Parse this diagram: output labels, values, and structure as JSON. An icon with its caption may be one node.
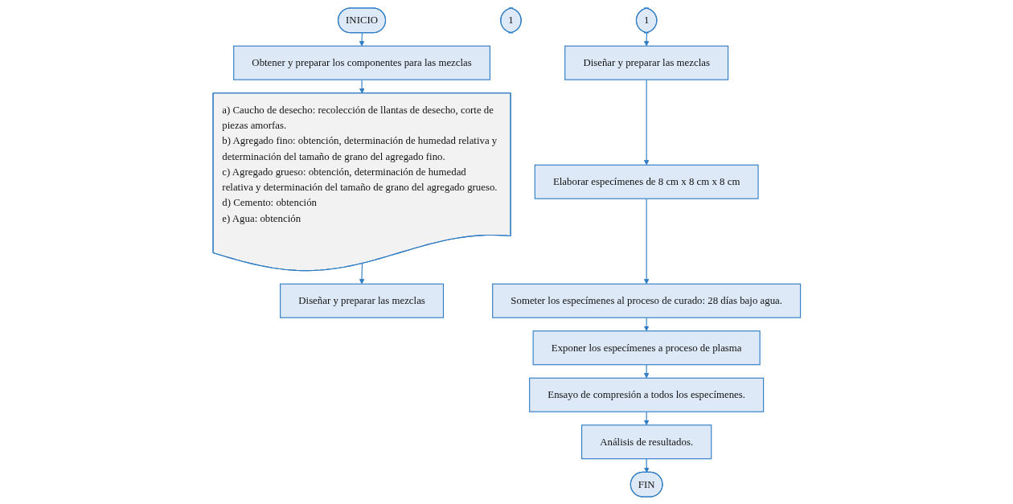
{
  "diagram": {
    "nodes": [
      {
        "text": [
          "INICIO"
        ]
      },
      {
        "text": [
          "Obtener y preparar los componentes para las mezclas"
        ]
      },
      {
        "text": [
          "a) Caucho de desecho: recolección de llantas de desecho, corte de piezas amorfas.",
          "b) Agregado fino: obtención, determinación de humedad relativa y determinación del tamaño de grano del agregado fino.",
          "c) Agregado grueso: obtención, determinación de humedad relativa y determinación del tamaño de grano del agregado grueso.",
          "d) Cemento: obtención",
          "e) Agua: obtención"
        ]
      },
      {
        "text": [
          "Diseñar y preparar las mezclas"
        ]
      },
      {
        "text": [
          "1"
        ]
      },
      {
        "text": [
          "1"
        ]
      },
      {
        "text": [
          "Diseñar y preparar las mezclas"
        ]
      },
      {
        "text": [
          "Elaborar especímenes de 8 cm x 8 cm x 8 cm"
        ]
      },
      {
        "text": [
          "Someter los especímenes al proceso de curado: 28 días bajo agua."
        ]
      },
      {
        "text": [
          "Exponer los especímenes a proceso de plasma"
        ]
      },
      {
        "text": [
          "Ensayo de compresión a todos los especímenes."
        ]
      },
      {
        "text": [
          "Análisis de resultados."
        ]
      },
      {
        "text": [
          "FIN"
        ]
      }
    ],
    "edges": [
      {
        "from": 0,
        "to": 1,
        "arrow": "to"
      },
      {
        "from": 1,
        "to": 2,
        "arrow": "to"
      },
      {
        "from": 2,
        "to": 3,
        "arrow": "to"
      },
      {
        "from": 5,
        "to": 6,
        "arrow": "to"
      },
      {
        "from": 6,
        "to": 7,
        "arrow": "to"
      },
      {
        "from": 7,
        "to": 8,
        "arrow": "to"
      },
      {
        "from": 8,
        "to": 9,
        "arrow": "to"
      },
      {
        "from": 9,
        "to": 10,
        "arrow": "to"
      },
      {
        "from": 10,
        "to": 11,
        "arrow": "to"
      },
      {
        "from": 11,
        "to": 12,
        "arrow": "to"
      }
    ]
  }
}
